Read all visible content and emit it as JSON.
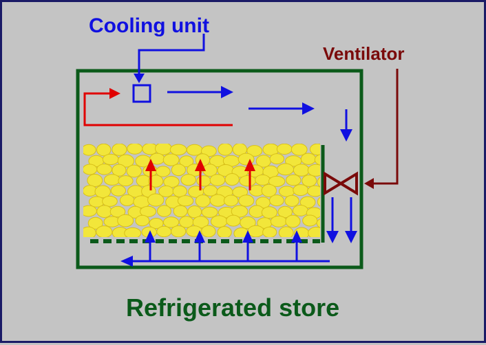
{
  "labels": {
    "cooling_unit": "Cooling unit",
    "ventilator": "Ventilator",
    "title": "Refrigerated store"
  },
  "colors": {
    "background": "#c4c4c4",
    "frame": "#1a1a66",
    "store_wall": "#0b5a1a",
    "cold_air": "#1010e0",
    "warm_air": "#e00000",
    "ventilator": "#7a0a0a",
    "product_fill": "#f2e63a",
    "product_edge": "#d8c018"
  },
  "icons": {
    "cooling_unit": "square-outline-icon",
    "ventilator": "valve-bowtie-icon",
    "product": "stacked-tubers"
  }
}
